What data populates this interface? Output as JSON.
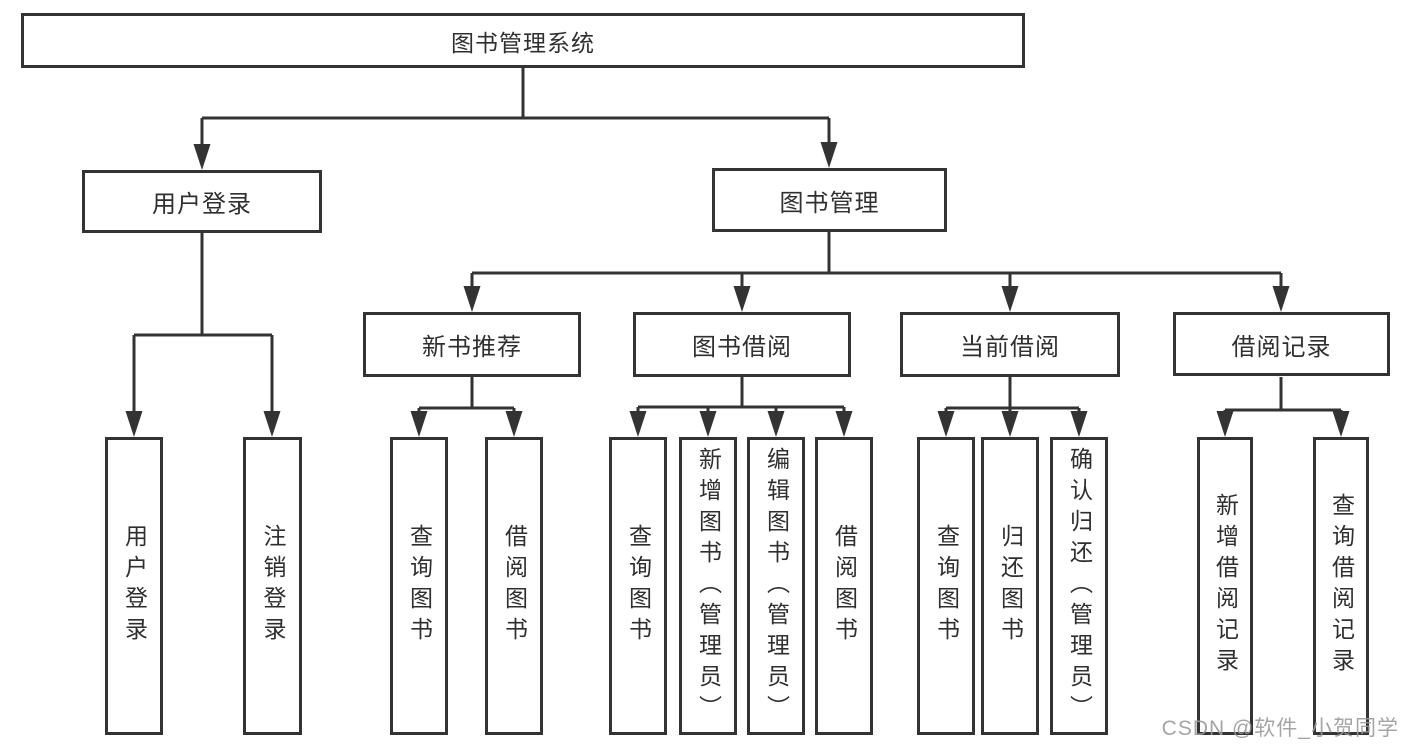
{
  "nodes": {
    "root": "图书管理系统",
    "user_login": "用户登录",
    "book_management": "图书管理",
    "new_book_rec": "新书推荐",
    "book_borrowing": "图书借阅",
    "current_borrowing": "当前借阅",
    "borrowing_records": "借阅记录",
    "ul_children": [
      "用户登录",
      "注销登录"
    ],
    "nr_children": [
      "查询图书",
      "借阅图书"
    ],
    "bb_children": [
      "查询图书",
      "新增图书（管理员）",
      "编辑图书（管理员）",
      "借阅图书"
    ],
    "cb_children": [
      "查询图书",
      "归还图书",
      "确认归还（管理员）"
    ],
    "br_children": [
      "新增借阅记录",
      "查询借阅记录"
    ]
  },
  "watermark": "CSDN @软件_小贺同学",
  "colors": {
    "line": "#333333",
    "text": "#2f2f2f",
    "watermark": "#9b9b9b",
    "background": "#ffffff"
  }
}
